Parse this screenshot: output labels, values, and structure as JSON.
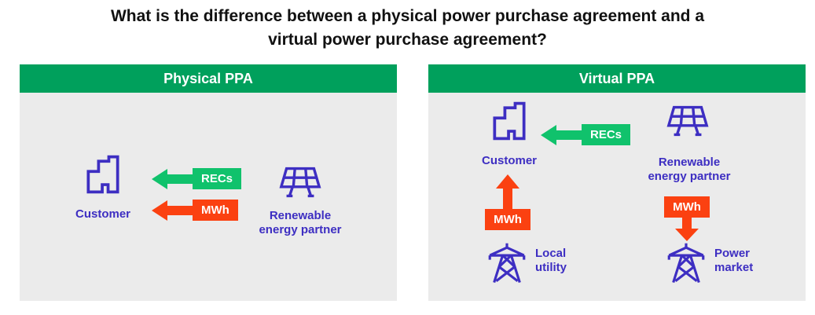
{
  "title_lines": [
    "What is the difference between a physical power purchase agreement and a",
    "virtual power purchase agreement?"
  ],
  "colors": {
    "header_green": "#00A05C",
    "arrow_green": "#10C26C",
    "arrow_orange": "#FB4111",
    "indigo": "#3D2EC2",
    "panel_bg": "#EBEBEB",
    "title_color": "#111111"
  },
  "physical_panel": {
    "header": "Physical PPA",
    "customer": "Customer",
    "recs": "RECs",
    "mwh": "MWh",
    "partner": "Renewable energy partner"
  },
  "virtual_panel": {
    "header": "Virtual PPA",
    "customer": "Customer",
    "recs": "RECs",
    "mwh_up": "MWh",
    "mwh_down": "MWh",
    "partner": "Renewable energy partner",
    "local_utility": "Local utility",
    "power_market": "Power market"
  }
}
